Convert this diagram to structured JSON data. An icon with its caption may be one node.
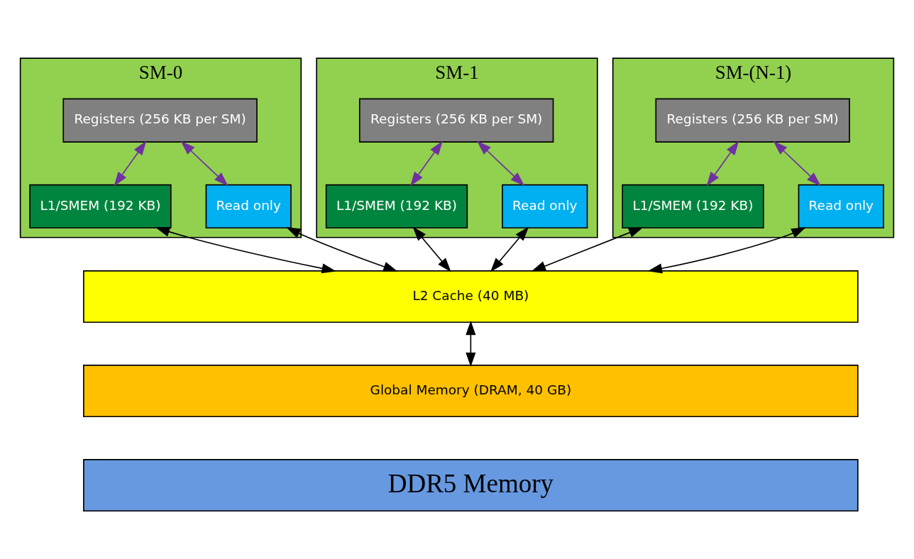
{
  "diagram": {
    "nodes": [
      {
        "text": [
          "SM-0"
        ]
      },
      {
        "text": [
          "Registers (256 KB per SM)"
        ],
        "in": 0
      },
      {
        "text": [
          "L1/SMEM (192 KB)"
        ],
        "in": 0
      },
      {
        "text": [
          "Read only"
        ],
        "in": 0
      },
      {
        "text": [
          "SM-1"
        ]
      },
      {
        "text": [
          "Registers (256 KB per SM)"
        ],
        "in": 4
      },
      {
        "text": [
          "L1/SMEM (192 KB)"
        ],
        "in": 4
      },
      {
        "text": [
          "Read only"
        ],
        "in": 4
      },
      {
        "text": [
          "SM-(N-1)"
        ]
      },
      {
        "text": [
          "Registers (256 KB per SM)"
        ],
        "in": 8
      },
      {
        "text": [
          "L1/SMEM (192 KB)"
        ],
        "in": 8
      },
      {
        "text": [
          "Read only"
        ],
        "in": 8
      },
      {
        "text": [
          "L2 Cache (40 MB)"
        ]
      },
      {
        "text": [
          "Global Memory (DRAM, 40 GB)"
        ]
      },
      {
        "text": [
          "DDR5 Memory"
        ]
      }
    ],
    "edges": [
      {
        "from": 1,
        "to": 2,
        "arrow": "both",
        "color": "#7030a0"
      },
      {
        "from": 1,
        "to": 3,
        "arrow": "both",
        "color": "#7030a0"
      },
      {
        "from": 5,
        "to": 6,
        "arrow": "both",
        "color": "#7030a0"
      },
      {
        "from": 5,
        "to": 7,
        "arrow": "both",
        "color": "#7030a0"
      },
      {
        "from": 9,
        "to": 10,
        "arrow": "both",
        "color": "#7030a0"
      },
      {
        "from": 9,
        "to": 11,
        "arrow": "both",
        "color": "#7030a0"
      },
      {
        "from": 2,
        "to": 12,
        "arrow": "both"
      },
      {
        "from": 3,
        "to": 12,
        "arrow": "both"
      },
      {
        "from": 6,
        "to": 12,
        "arrow": "both"
      },
      {
        "from": 7,
        "to": 12,
        "arrow": "both"
      },
      {
        "from": 10,
        "to": 12,
        "arrow": "both"
      },
      {
        "from": 11,
        "to": 12,
        "arrow": "both"
      },
      {
        "from": 12,
        "to": 13,
        "arrow": "both"
      }
    ]
  }
}
